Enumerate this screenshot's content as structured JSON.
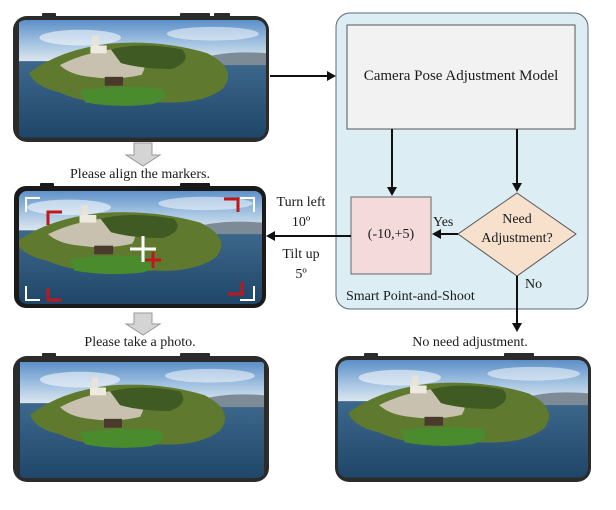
{
  "panel": {
    "label": "Smart Point-and-Shoot",
    "bg": "#dcedf3",
    "border": "#5a6a78"
  },
  "model_box": {
    "label": "Camera Pose Adjustment Model",
    "fill": "#f2f2f2"
  },
  "output_box": {
    "label": "(-10,+5)",
    "fill": "#f4dada"
  },
  "decision": {
    "line1": "Need",
    "line2": "Adjustment?",
    "fill": "#f7e1cd",
    "yes_label": "Yes",
    "no_label": "No"
  },
  "captions": {
    "align": "Please align the markers.",
    "photo": "Please take a photo.",
    "no_need": "No need adjustment."
  },
  "instructions": {
    "turn_line1": "Turn left",
    "turn_line2": "10º",
    "tilt_line1": "Tilt up",
    "tilt_line2": "5º"
  },
  "colors": {
    "marker": "#c0171c",
    "phone_frame": "#2b2b2b",
    "arrow_gray": "#c9c9c9"
  }
}
